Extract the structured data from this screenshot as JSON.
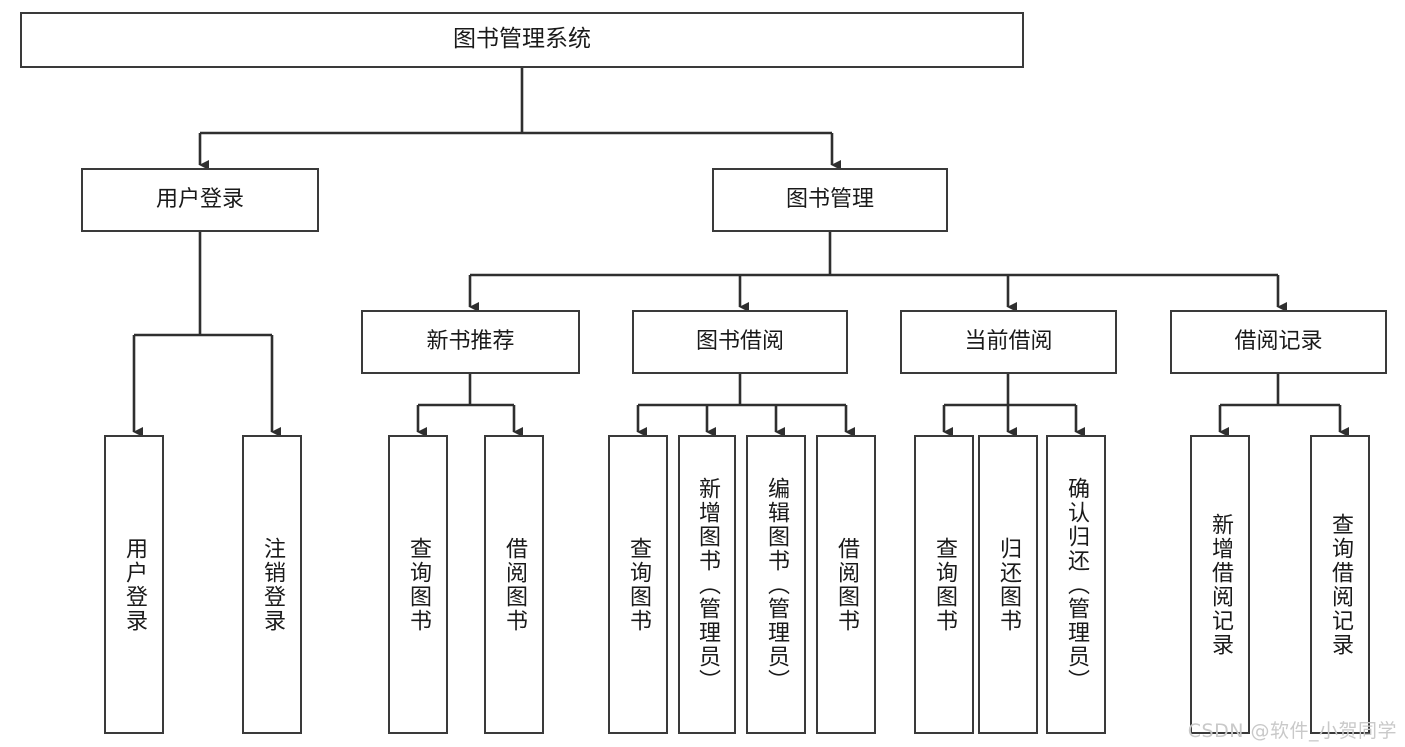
{
  "diagram": {
    "title": "图书管理系统",
    "type": "tree-hierarchy",
    "root": {
      "label": "图书管理系统"
    },
    "level2": [
      {
        "label": "用户登录"
      },
      {
        "label": "图书管理"
      }
    ],
    "level3": [
      {
        "label": "新书推荐"
      },
      {
        "label": "图书借阅"
      },
      {
        "label": "当前借阅"
      },
      {
        "label": "借阅记录"
      }
    ],
    "leaves": [
      {
        "label": "用户登录"
      },
      {
        "label": "注销登录"
      },
      {
        "label": "查询图书"
      },
      {
        "label": "借阅图书"
      },
      {
        "label": "查询图书"
      },
      {
        "label": "新增图书（管理员）"
      },
      {
        "label": "编辑图书（管理员）"
      },
      {
        "label": "借阅图书"
      },
      {
        "label": "查询图书"
      },
      {
        "label": "归还图书"
      },
      {
        "label": "确认归还（管理员）"
      },
      {
        "label": "新增借阅记录"
      },
      {
        "label": "查询借阅记录"
      }
    ],
    "watermark": "CSDN @软件_小贺同学",
    "colors": {
      "box_border": "#3a3a3a",
      "box_fill": "#ffffff",
      "connector": "#2f2f2f",
      "text": "#1a1a1a",
      "watermark": "#c9c9c9",
      "background": "#ffffff"
    }
  }
}
